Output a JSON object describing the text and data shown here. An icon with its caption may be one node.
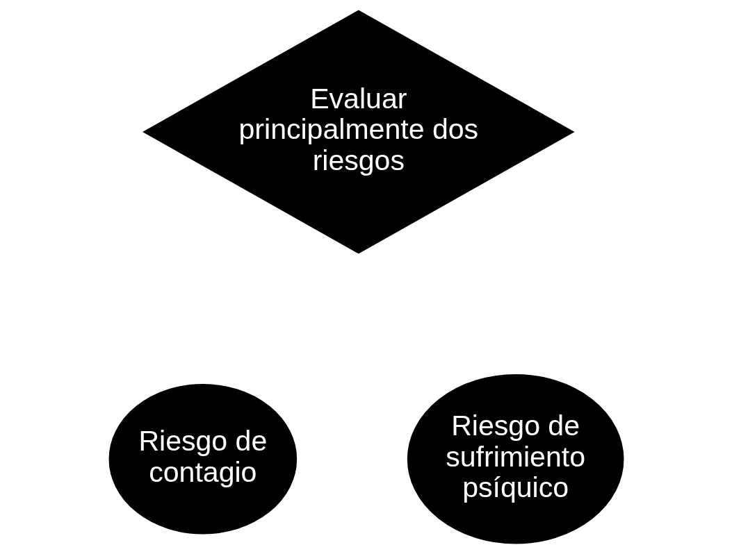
{
  "diagram": {
    "nodes": [
      {
        "text": [
          "Evaluar principalmente dos riesgos"
        ]
      },
      {
        "text": [
          "Riesgo de contagio"
        ]
      },
      {
        "text": [
          "Riesgo de sufrimiento psíquico"
        ]
      }
    ]
  }
}
